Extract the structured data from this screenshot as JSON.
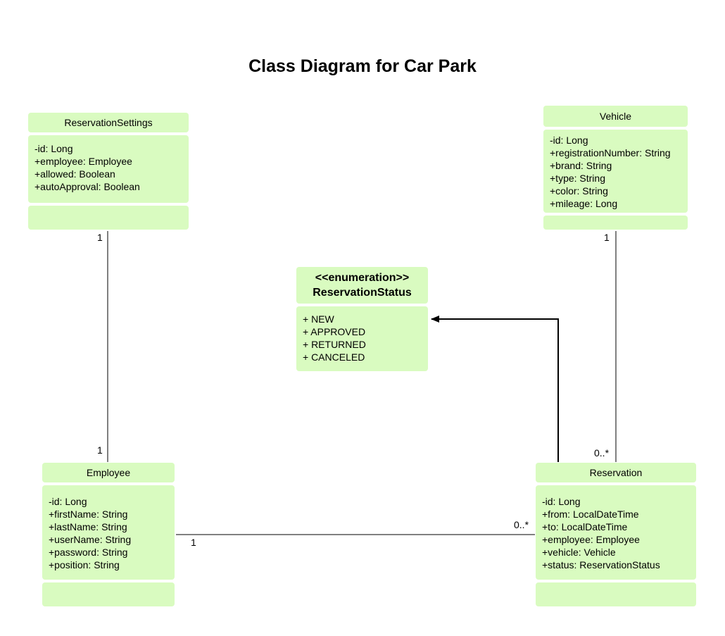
{
  "title": "Class Diagram for Car Park",
  "classes": {
    "reservation_settings": {
      "name": "ReservationSettings",
      "attributes": [
        "-id: Long",
        "+employee: Employee",
        "+allowed: Boolean",
        "+autoApproval: Boolean"
      ]
    },
    "vehicle": {
      "name": "Vehicle",
      "attributes": [
        "-id: Long",
        "+registrationNumber: String",
        "+brand: String",
        "+type: String",
        "+color: String",
        "+mileage: Long"
      ]
    },
    "reservation_status": {
      "stereotype": "<<enumeration>>",
      "name": "ReservationStatus",
      "values": [
        "+ NEW",
        "+ APPROVED",
        "+ RETURNED",
        "+ CANCELED"
      ]
    },
    "employee": {
      "name": "Employee",
      "attributes": [
        "-id: Long",
        "+firstName: String",
        "+lastName: String",
        "+userName: String",
        "+password: String",
        "+position: String"
      ]
    },
    "reservation": {
      "name": "Reservation",
      "attributes": [
        "-id: Long",
        "+from: LocalDateTime",
        "+to: LocalDateTime",
        "+employee: Employee",
        "+vehicle: Vehicle",
        "+status: ReservationStatus"
      ]
    }
  },
  "multiplicities": {
    "settings_employee_top": "1",
    "settings_employee_bottom": "1",
    "vehicle_reservation_top": "1",
    "vehicle_reservation_bottom": "0..*",
    "employee_reservation_left": "1",
    "employee_reservation_right": "0..*"
  }
}
